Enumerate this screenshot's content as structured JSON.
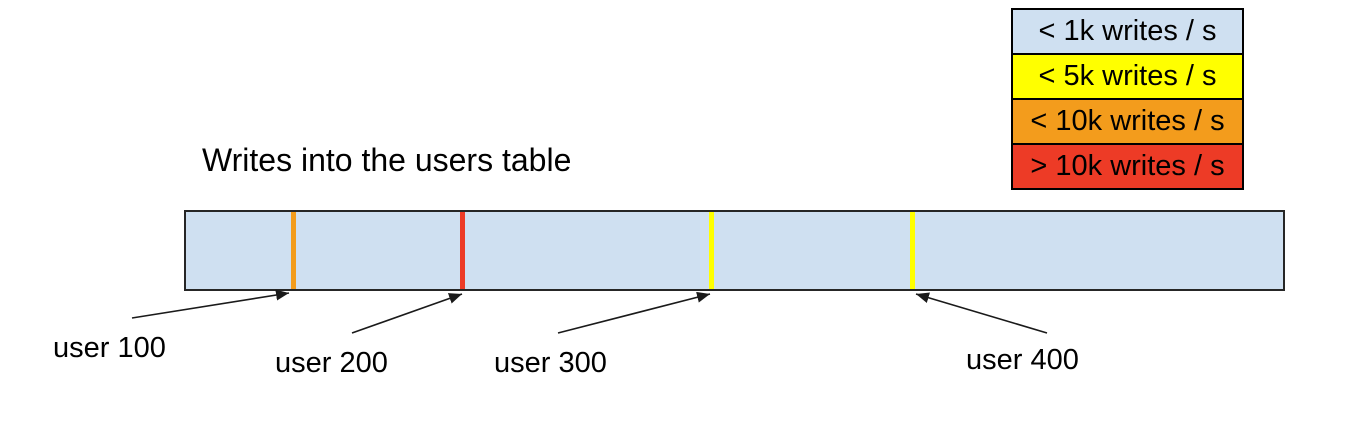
{
  "title": "Writes into the users table",
  "legend": {
    "items": [
      {
        "label": "< 1k writes / s",
        "color": "#cfe0f1"
      },
      {
        "label": "< 5k writes / s",
        "color": "#ffff00"
      },
      {
        "label": "< 10k writes / s",
        "color": "#f39c1c"
      },
      {
        "label": "> 10k writes / s",
        "color": "#ed3b26"
      }
    ]
  },
  "table_bar": {
    "fill": "#cfe0f1",
    "border_color": "#262626",
    "markers": [
      {
        "label": "user 100",
        "color": "#f39c1c",
        "write_rate": "< 10k writes / s"
      },
      {
        "label": "user 200",
        "color": "#ed3b26",
        "write_rate": "> 10k writes / s"
      },
      {
        "label": "user 300",
        "color": "#ffff00",
        "write_rate": "< 5k writes / s"
      },
      {
        "label": "user 400",
        "color": "#ffff00",
        "write_rate": "< 5k writes / s"
      }
    ]
  }
}
